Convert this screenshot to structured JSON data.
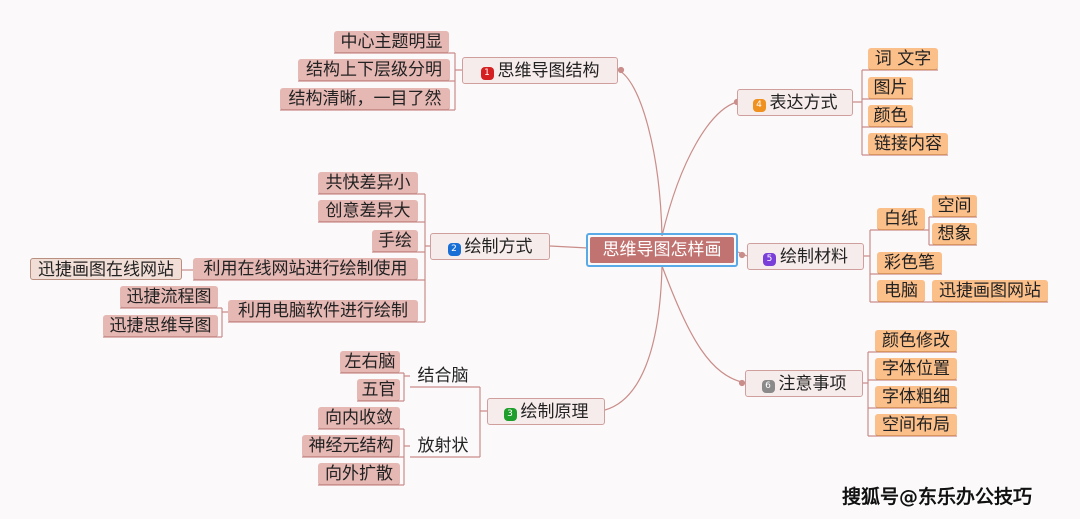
{
  "center": "思维导图怎样画",
  "branches": {
    "b1": {
      "label": "思维导图结构",
      "badge": "1",
      "color": "#d42020",
      "children": [
        "中心主题明显",
        "结构上下层级分明",
        "结构清晰，一目了然"
      ]
    },
    "b2": {
      "label": "绘制方式",
      "badge": "2",
      "color": "#1a6fd6",
      "children": [
        "共快差异小",
        "创意差异大",
        "手绘",
        "利用在线网站进行绘制使用",
        "利用电脑软件进行绘制"
      ],
      "online_child": "迅捷画图在线网站",
      "software_children": [
        "迅捷流程图",
        "迅捷思维导图"
      ]
    },
    "b3": {
      "label": "绘制原理",
      "badge": "3",
      "color": "#1e9e2a",
      "children": [
        "结合脑",
        "放射状"
      ],
      "brain_children": [
        "左右脑",
        "五官"
      ],
      "radial_children": [
        "向内收敛",
        "神经元结构",
        "向外扩散"
      ]
    },
    "b4": {
      "label": "表达方式",
      "badge": "4",
      "color": "#f0901e",
      "children": [
        "词 文字",
        "图片",
        "颜色",
        "链接内容"
      ]
    },
    "b5": {
      "label": "绘制材料",
      "badge": "5",
      "color": "#7a3fd8",
      "children": [
        "白纸",
        "彩色笔",
        "电脑"
      ],
      "paper_children": [
        "空间",
        "想象"
      ],
      "computer_child": "迅捷画图网站"
    },
    "b6": {
      "label": "注意事项",
      "badge": "6",
      "color": "#8a8a8a",
      "children": [
        "颜色修改",
        "字体位置",
        "字体粗细",
        "空间布局"
      ]
    }
  },
  "watermark": "搜狐号@东乐办公技巧"
}
